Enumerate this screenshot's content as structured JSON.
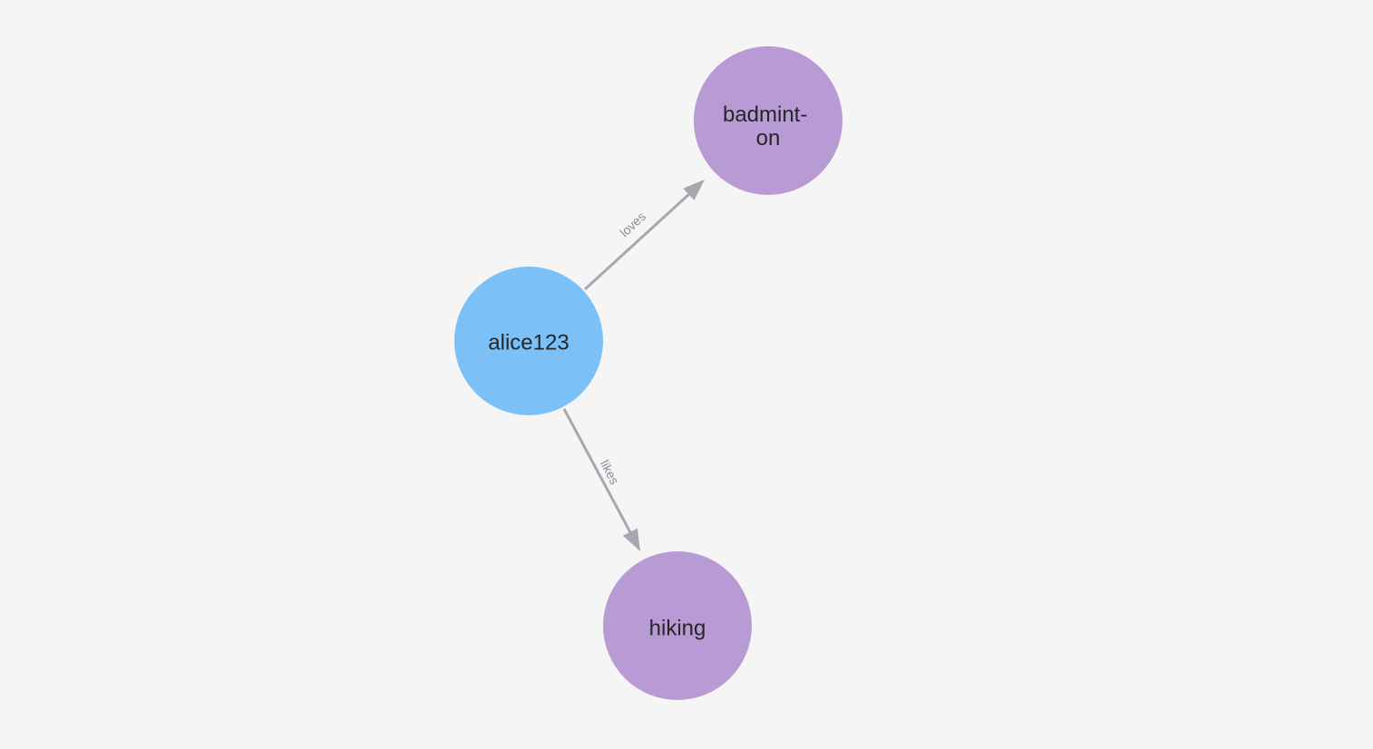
{
  "colors": {
    "background": "#F4F5F4",
    "user_node_fill": "#7CC0F8",
    "interest_node_fill": "#B89AD4",
    "edge_stroke": "#A5A8B0",
    "edge_label_text": "#8A8D94",
    "node_label_text": "#262626"
  },
  "graph": {
    "nodes": [
      {
        "caption": "alice123",
        "lines": [
          "alice123"
        ],
        "role": "user"
      },
      {
        "caption": "badminton",
        "lines": [
          "badmint-",
          "on"
        ],
        "role": "interest"
      },
      {
        "caption": "hiking",
        "lines": [
          "hiking"
        ],
        "role": "interest"
      }
    ],
    "edges": [
      {
        "from": "alice123",
        "to": "badminton",
        "label": "loves"
      },
      {
        "from": "alice123",
        "to": "hiking",
        "label": "likes"
      }
    ]
  }
}
